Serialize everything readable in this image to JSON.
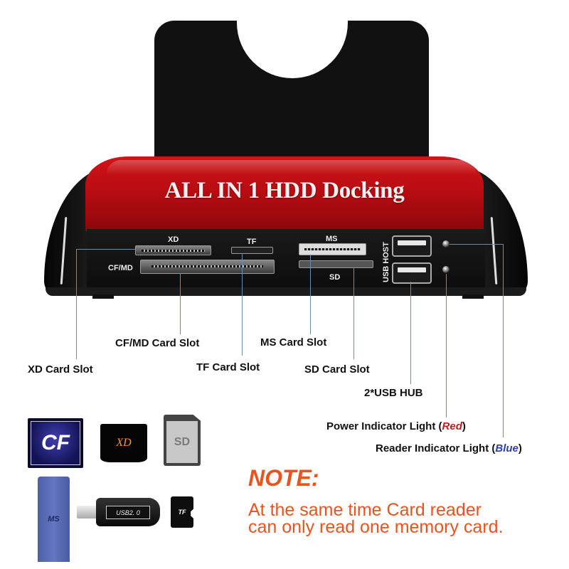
{
  "product": {
    "title": "ALL IN 1 HDD Docking",
    "colors": {
      "body_red": "#c0101a",
      "body_black": "#111111",
      "leader_line": "#6b8da6",
      "note_orange": "#e8531e",
      "red_label": "#c81a1a",
      "blue_label": "#2f3fb0"
    }
  },
  "panel_labels": {
    "xd": "XD",
    "tf": "TF",
    "cf_md": "CF/MD",
    "ms": "MS",
    "sd": "SD",
    "usb_host": "USB HOST"
  },
  "callouts": {
    "xd": "XD Card Slot",
    "cf_md": "CF/MD Card Slot",
    "tf": "TF Card Slot",
    "ms": "MS Card Slot",
    "sd": "SD Card Slot",
    "usb": "2*USB HUB",
    "power": {
      "prefix": "Power Indicator Light (",
      "color_word": "Red",
      "suffix": ")"
    },
    "reader": {
      "prefix": "Reader Indicator Light (",
      "color_word": "Blue",
      "suffix": ")"
    }
  },
  "cards": {
    "cf": "CF",
    "xd": "XD",
    "sd": "SD",
    "ms": "MS",
    "usb": "USB2. 0",
    "tf": "TF"
  },
  "note": {
    "title": "NOTE:",
    "line1": "At the same time Card reader",
    "line2": "can only read one memory card."
  }
}
